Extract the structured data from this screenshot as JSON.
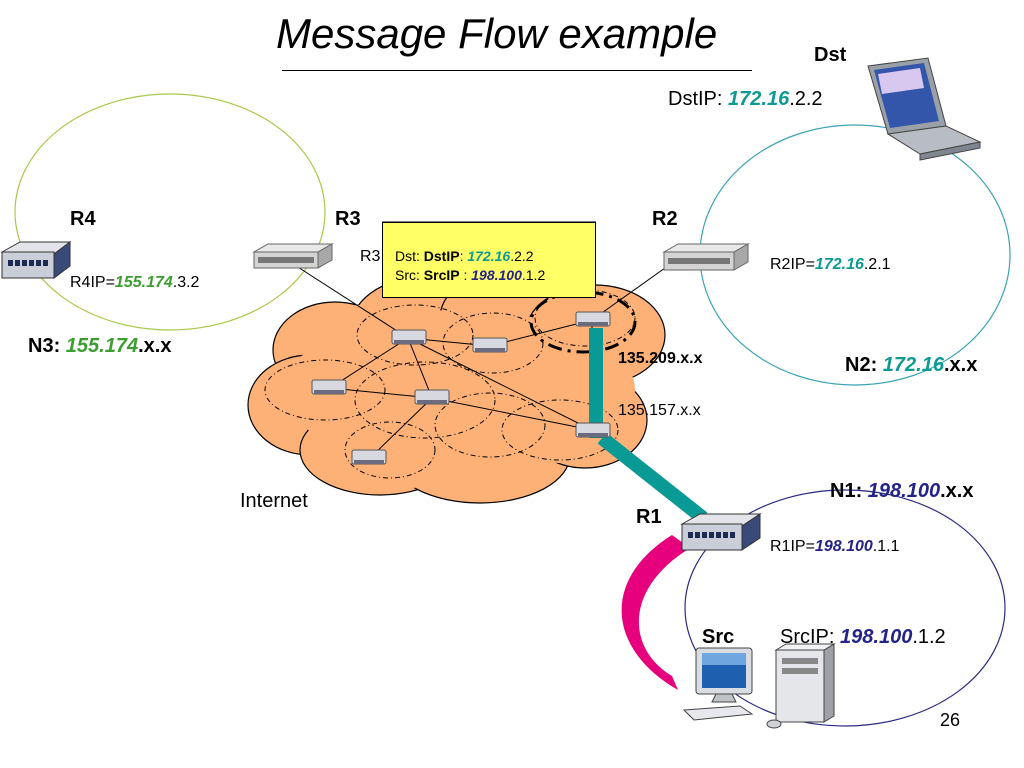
{
  "title": "Message Flow example",
  "page_number": "26",
  "colors": {
    "cloud": "#fdb177",
    "n3_ring": "#a8c94a",
    "n2_ring": "#3aa3b5",
    "n1_ring": "#2a2a88",
    "link_teal": "#0a9a96",
    "link_magenta": "#e6007e",
    "message_box": "#ffff66",
    "ip_teal": "#0e9a93",
    "ip_navy": "#23238a",
    "ip_green": "#3c9e2f"
  },
  "routers": {
    "r4": {
      "name": "R4",
      "ip_prefix": "R4IP=",
      "ip_net": "155.174",
      "ip_host": ".3.2"
    },
    "r3": {
      "name": "R3",
      "partial_label": "R3"
    },
    "r2": {
      "name": "R2",
      "ip_prefix": "R2IP=",
      "ip_net": "172.16",
      "ip_host": ".2.1"
    },
    "r1": {
      "name": "R1",
      "ip_prefix": "R1IP=",
      "ip_net": "198.100",
      "ip_host": ".1.1"
    }
  },
  "networks": {
    "n3": {
      "label": "N3: ",
      "net": "155.174",
      "suffix": ".x.x"
    },
    "n2": {
      "label": "N2: ",
      "net": "172.16",
      "suffix": ".x.x"
    },
    "n1": {
      "label": "N1: ",
      "net": "198.100",
      "suffix": ".x.x"
    }
  },
  "hosts": {
    "dst": {
      "name": "Dst",
      "ip_label": "DstIP: ",
      "ip_net": "172.16",
      "ip_host": ".2.2"
    },
    "src": {
      "name": "Src",
      "ip_label": "SrcIP: ",
      "ip_net": "198.100",
      "ip_host": ".1.2"
    }
  },
  "internet": {
    "label": "Internet",
    "subnet_a": "135.209.x.x",
    "subnet_b": "135.157.x.x"
  },
  "message": {
    "dst_prefix": "Dst: ",
    "dst_field": "DstIP",
    "dst_sep": ":  ",
    "dst_net": "172.16",
    "dst_host": ".2.2",
    "src_prefix": "Src: ",
    "src_field": "SrcIP",
    "src_sep": " : ",
    "src_net": "198.100",
    "src_host": ".1.2"
  }
}
